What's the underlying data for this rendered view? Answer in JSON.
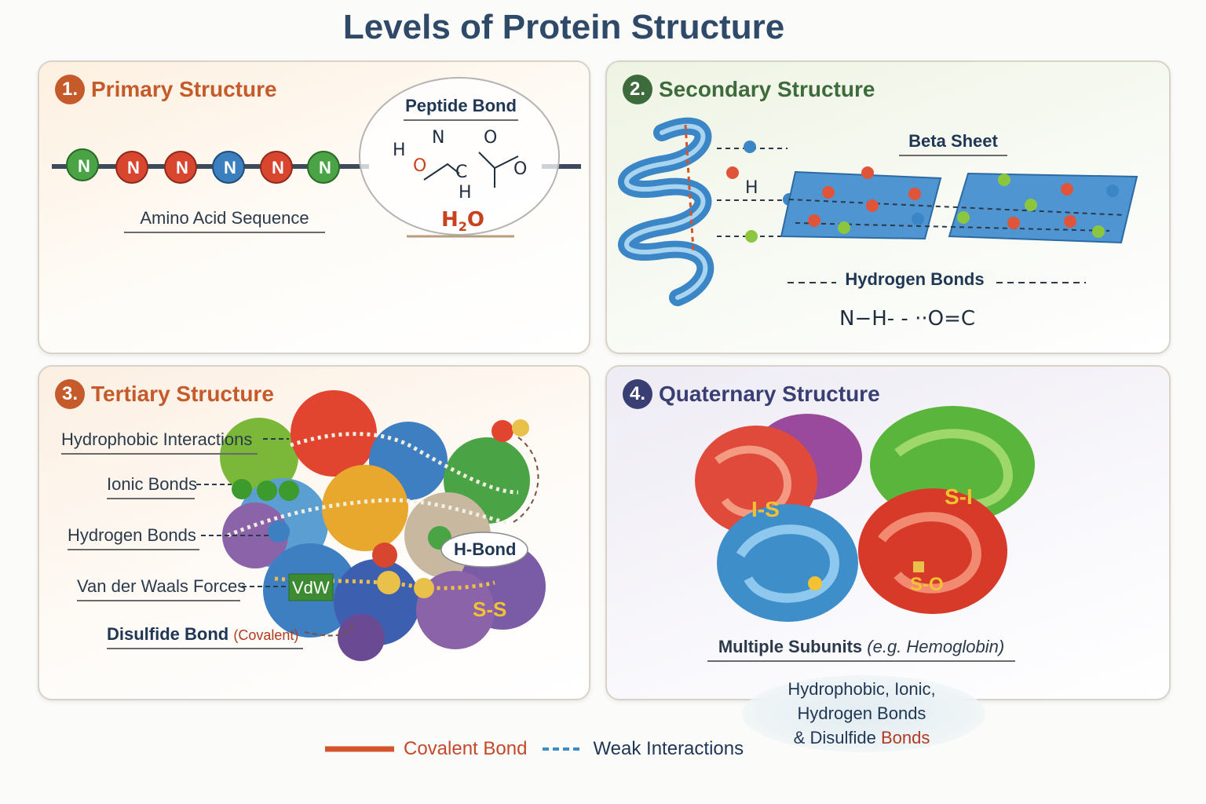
{
  "title": "Levels of Protein Structure",
  "colors": {
    "covalent": "#d4542c",
    "weak": "#3a8ec4",
    "primary": "#c55a2a",
    "secondary": "#3d6b3c",
    "tertiary": "#c55a2a",
    "quaternary": "#3a3f73"
  },
  "panels": {
    "primary": {
      "number": "1.",
      "title": "Primary Structure",
      "chain_label": "Amino Acid Sequence",
      "residue_letters": [
        "N",
        "N",
        "N",
        "N",
        "N",
        "N"
      ],
      "zoom": {
        "title": "Peptide Bond",
        "h_atom": "H",
        "n_atom": "N",
        "o_left": "O",
        "c_atom": "C",
        "o_top": "O",
        "o_right": "O",
        "h_bottom": "H",
        "water": "H",
        "water_sub": "2",
        "water_o": "O"
      }
    },
    "secondary": {
      "number": "2.",
      "title": "Secondary Structure",
      "beta_label": "Beta Sheet",
      "h_label": "H",
      "hbond_label": "Hydrogen Bonds",
      "formula": "N−H- - ··O=C"
    },
    "tertiary": {
      "number": "3.",
      "title": "Tertiary Structure",
      "labels": [
        "Hydrophobic Interactions",
        "Ionic Bonds",
        "Hydrogen Bonds",
        "Van der Waals Forces"
      ],
      "disulfide_label": "Disulfide Bond",
      "disulfide_note": "(Covalent)",
      "hbond_tag": "H-Bond",
      "vdw_tag": "VdW",
      "ss_tag": "S-S"
    },
    "quaternary": {
      "number": "4.",
      "title": "Quaternary Structure",
      "subunit_tags": [
        "I-S",
        "S-I",
        "S-O"
      ],
      "subunits_label": "Multiple Subunits",
      "subunits_note": "(e.g. Hemoglobin)",
      "forces": [
        "Hydrophobic, Ionic,",
        "Hydrogen Bonds",
        "& Disulfide"
      ],
      "forces_emph": "Bonds"
    }
  },
  "legend": {
    "covalent": "Covalent Bond",
    "weak": "Weak Interactions"
  }
}
